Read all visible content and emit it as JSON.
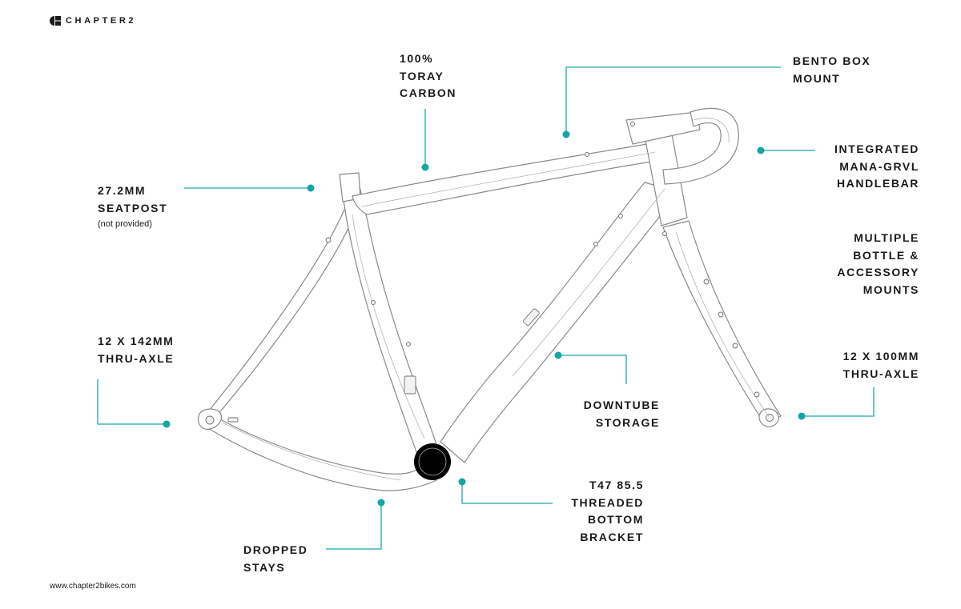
{
  "brand": {
    "name": "CHAPTER2",
    "logo_icon": "chapter2-logo-icon"
  },
  "footer": {
    "url": "www.chapter2bikes.com"
  },
  "colors": {
    "accent": "#12a7a5",
    "text": "#1a1a1a",
    "frame_line": "#8a8a8a",
    "background": "#ffffff"
  },
  "callouts": {
    "toray_carbon": "100%\nTORAY\nCARBON",
    "bento_box": "BENTO BOX\nMOUNT",
    "handlebar": "INTEGRATED\nMANA-GRVL\nHANDLEBAR",
    "seatpost": "27.2MM\nSEATPOST",
    "seatpost_note": "(not provided)",
    "bottle_mounts": "MULTIPLE\nBOTTLE &\nACCESSORY\nMOUNTS",
    "rear_axle": "12 X 142MM\nTHRU-AXLE",
    "front_axle": "12 X 100MM\nTHRU-AXLE",
    "downtube_storage": "DOWNTUBE\nSTORAGE",
    "bottom_bracket": "T47 85.5\nTHREADED\nBOTTOM\nBRACKET",
    "dropped_stays": "DROPPED\nSTAYS"
  }
}
